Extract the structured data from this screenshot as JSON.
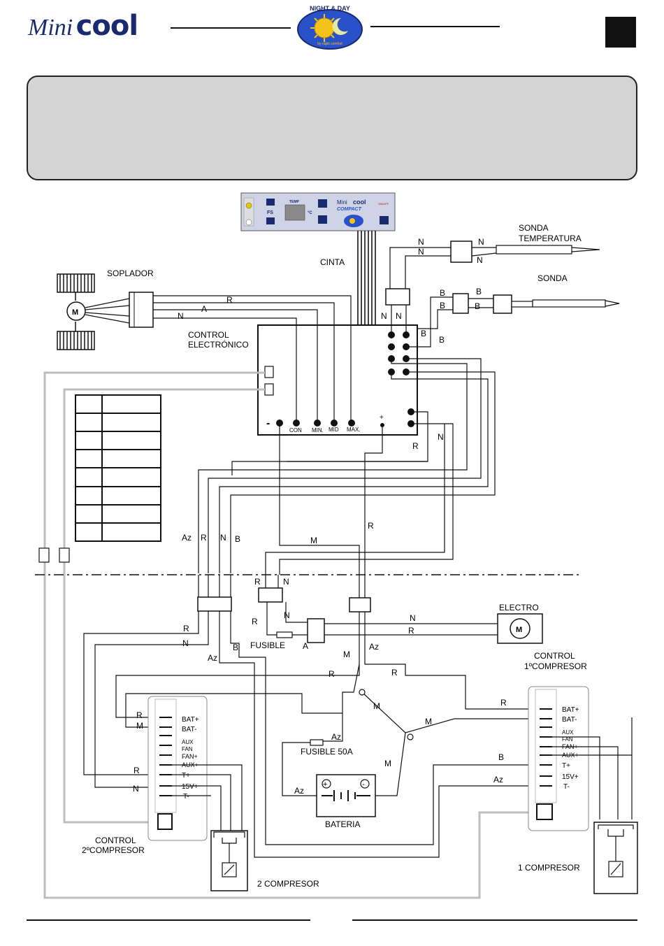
{
  "header": {
    "brand_mini": "Mini",
    "brand_cool": "cool",
    "badge_top": "NIGHT & DAY",
    "badge_bottom": "by night comfort"
  },
  "control_panel": {
    "temp_label": "TEMP",
    "unit": "°C",
    "fs_label": "FS",
    "brand_mini": "Mini",
    "brand_cool": "cool",
    "brand_compact": "COMPACT",
    "onoff": "ON/OFF"
  },
  "labels": {
    "cinta": "CINTA",
    "soplador": "SOPLADOR",
    "sonda_temp_1": "SONDA",
    "sonda_temp_2": "TEMPERATURA",
    "sonda": "SONDA",
    "control_elec_1": "CONTROL",
    "control_elec_2": "ELECTRÓNICO",
    "con": "CON",
    "min": "MIN.",
    "mid": "MID",
    "max": "MAX.",
    "minus": "-",
    "plus": "+",
    "electro": "ELECTRO",
    "fusible": "FUSIBLE",
    "fusible50": "FUSIBLE 50A",
    "bateria": "BATERIA",
    "ctrl1_1": "CONTROL",
    "ctrl1_2": "1ºCOMPRESOR",
    "ctrl2_1": "CONTROL",
    "ctrl2_2": "2ºCOMPRESOR",
    "comp1": "1 COMPRESOR",
    "comp2": "2 COMPRESOR",
    "motor": "M"
  },
  "terminals": [
    "BAT+",
    "BAT-",
    "AUX",
    "FAN",
    "FAN+",
    "AUX+",
    "T+",
    "15V+",
    "T-"
  ],
  "wire_letters": {
    "R": "R",
    "N": "N",
    "A": "A",
    "B": "B",
    "M": "M",
    "Az": "Az"
  }
}
